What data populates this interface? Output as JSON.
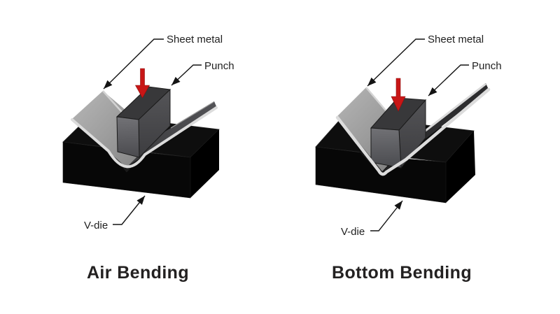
{
  "page": {
    "background": "#ffffff"
  },
  "colors": {
    "red_arrow": "#c81616",
    "red_arrow_edge": "#8e0f0f",
    "die_black": "#070707",
    "die_top": "#0e0e0e",
    "die_right": "#000000",
    "sheet_gray_light": "#b3b3b3",
    "sheet_gray_dark": "#454548",
    "punch_gray": "#38383a",
    "edge_highlight": "#dcdcdc",
    "leader_line": "#141414",
    "label_text": "#1f1f1f",
    "title_text": "#232121"
  },
  "diagrams": [
    {
      "title": "Air Bending",
      "labels": {
        "sheet_metal": "Sheet metal",
        "punch": "Punch",
        "v_die": "V-die"
      }
    },
    {
      "title": "Bottom Bending",
      "labels": {
        "sheet_metal": "Sheet metal",
        "punch": "Punch",
        "v_die": "V-die"
      }
    }
  ]
}
